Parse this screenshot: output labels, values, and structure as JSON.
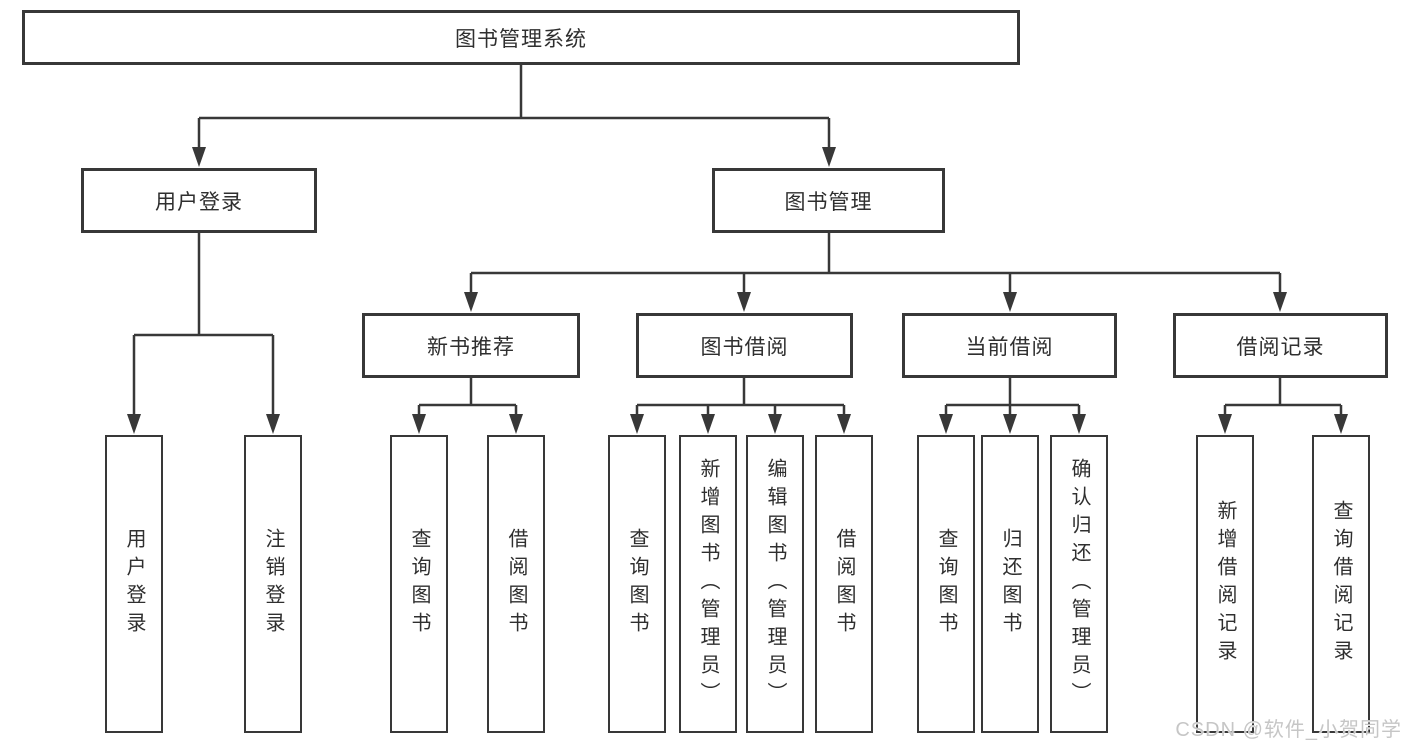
{
  "diagram": {
    "root": "图书管理系统",
    "level2": {
      "user_login": "用户登录",
      "book_mgmt": "图书管理"
    },
    "level3": {
      "new_books": "新书推荐",
      "book_borrow": "图书借阅",
      "current_borrow": "当前借阅",
      "borrow_records": "借阅记录"
    },
    "leaves": {
      "login": "用户登录",
      "logout": "注销登录",
      "nb_query": "查询图书",
      "nb_borrow": "借阅图书",
      "bb_query": "查询图书",
      "bb_add": "新增图书（管理员）",
      "bb_edit": "编辑图书（管理员）",
      "bb_borrow": "借阅图书",
      "cb_query": "查询图书",
      "cb_return": "归还图书",
      "cb_confirm": "确认归还（管理员）",
      "br_add": "新增借阅记录",
      "br_query": "查询借阅记录"
    }
  },
  "watermark": "CSDN @软件_小贺同学",
  "colors": {
    "line": "#383838",
    "text": "#2f2f2f",
    "watermark": "#c6c6c6"
  }
}
